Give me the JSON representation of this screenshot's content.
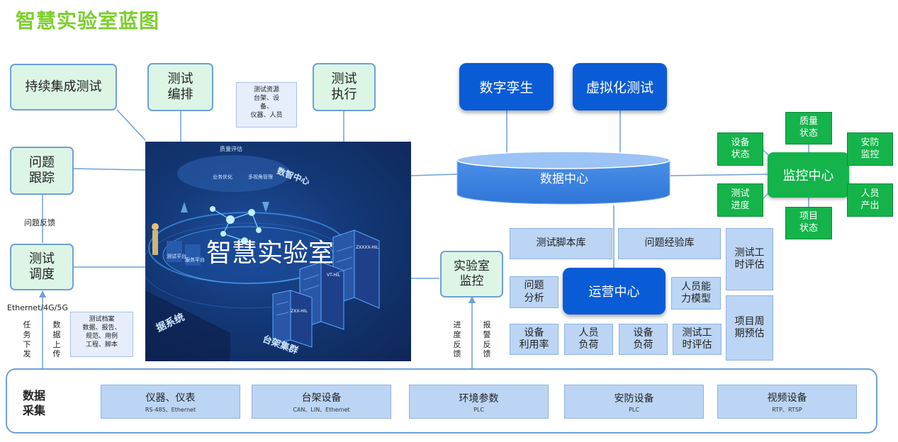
{
  "title": "智慧实验室蓝图",
  "left_boxes": {
    "ci": "持续集成测试",
    "orchestrate": "测试\n编排",
    "execute": "测试\n执行",
    "issue": "问题\n跟踪",
    "schedule": "测试\n调度"
  },
  "notes": {
    "resources": "测试资源\n台架、设\n备、\n仪器、人员",
    "archive": "测试档案\n数据、报告、\n规范、用例\n工程、脚本"
  },
  "labels": {
    "issue_feedback": "问题反馈",
    "ethernet": "Ethernet/4G/5G",
    "task_down": "任务下发",
    "data_up": "数据上传",
    "progress_fb": "进度反馈",
    "alarm_fb": "报警反馈"
  },
  "center": {
    "main": "智慧实验室",
    "quality": "质量评估",
    "biz": "业务优化",
    "view": "多视角管理",
    "digital": "数智中心",
    "rack": "台架集群",
    "system": "据系统",
    "rack1": "ZXX-HIL",
    "rack2": "VT-HIL",
    "rack3": "ZXXXX-HIL",
    "panel1": "测试平台",
    "panel2": "服务平台"
  },
  "right": {
    "digital_twin": "数字孪生",
    "virtual_test": "虚拟化测试",
    "data_center": "数据中心",
    "lab_monitor": "实验室\n监控",
    "monitor_center": "监控中心",
    "ops_center": "运营中心"
  },
  "monitor_items": {
    "quality": "质量\n状态",
    "device": "设备\n状态",
    "security": "安防\n监控",
    "progress": "测试\n进度",
    "staff": "人员\n产出",
    "project": "项目\n状态"
  },
  "ops_items": {
    "script_lib": "测试脚本库",
    "experience_lib": "问题经验库",
    "effort_eval_top": "测试工\n时评估",
    "issue_analysis": "问题\n分析",
    "staff_model": "人员能\n力模型",
    "project_cycle": "项目周\n期预估",
    "device_util": "设备\n利用率",
    "staff_load": "人员\n负荷",
    "device_load": "设备\n负荷",
    "effort_eval_bottom": "测试工\n时评估"
  },
  "acquisition": {
    "label": "数据\n采集",
    "devices": [
      {
        "name": "仪器、仪表",
        "sub": "RS-485、Ethernet"
      },
      {
        "name": "台架设备",
        "sub": "CAN、LIN、Ethernet"
      },
      {
        "name": "环境参数",
        "sub": "PLC"
      },
      {
        "name": "安防设备",
        "sub": "PLC"
      },
      {
        "name": "视频设备",
        "sub": "RTP、RTSP"
      }
    ]
  },
  "colors": {
    "title_green": "#7ccf2e",
    "mint": "#dcf5e5",
    "dark_blue": "#0a5cd6",
    "light_blue": "#bcd5f5",
    "monitor_green": "#14b44b",
    "image_bg": "#122b5e"
  }
}
